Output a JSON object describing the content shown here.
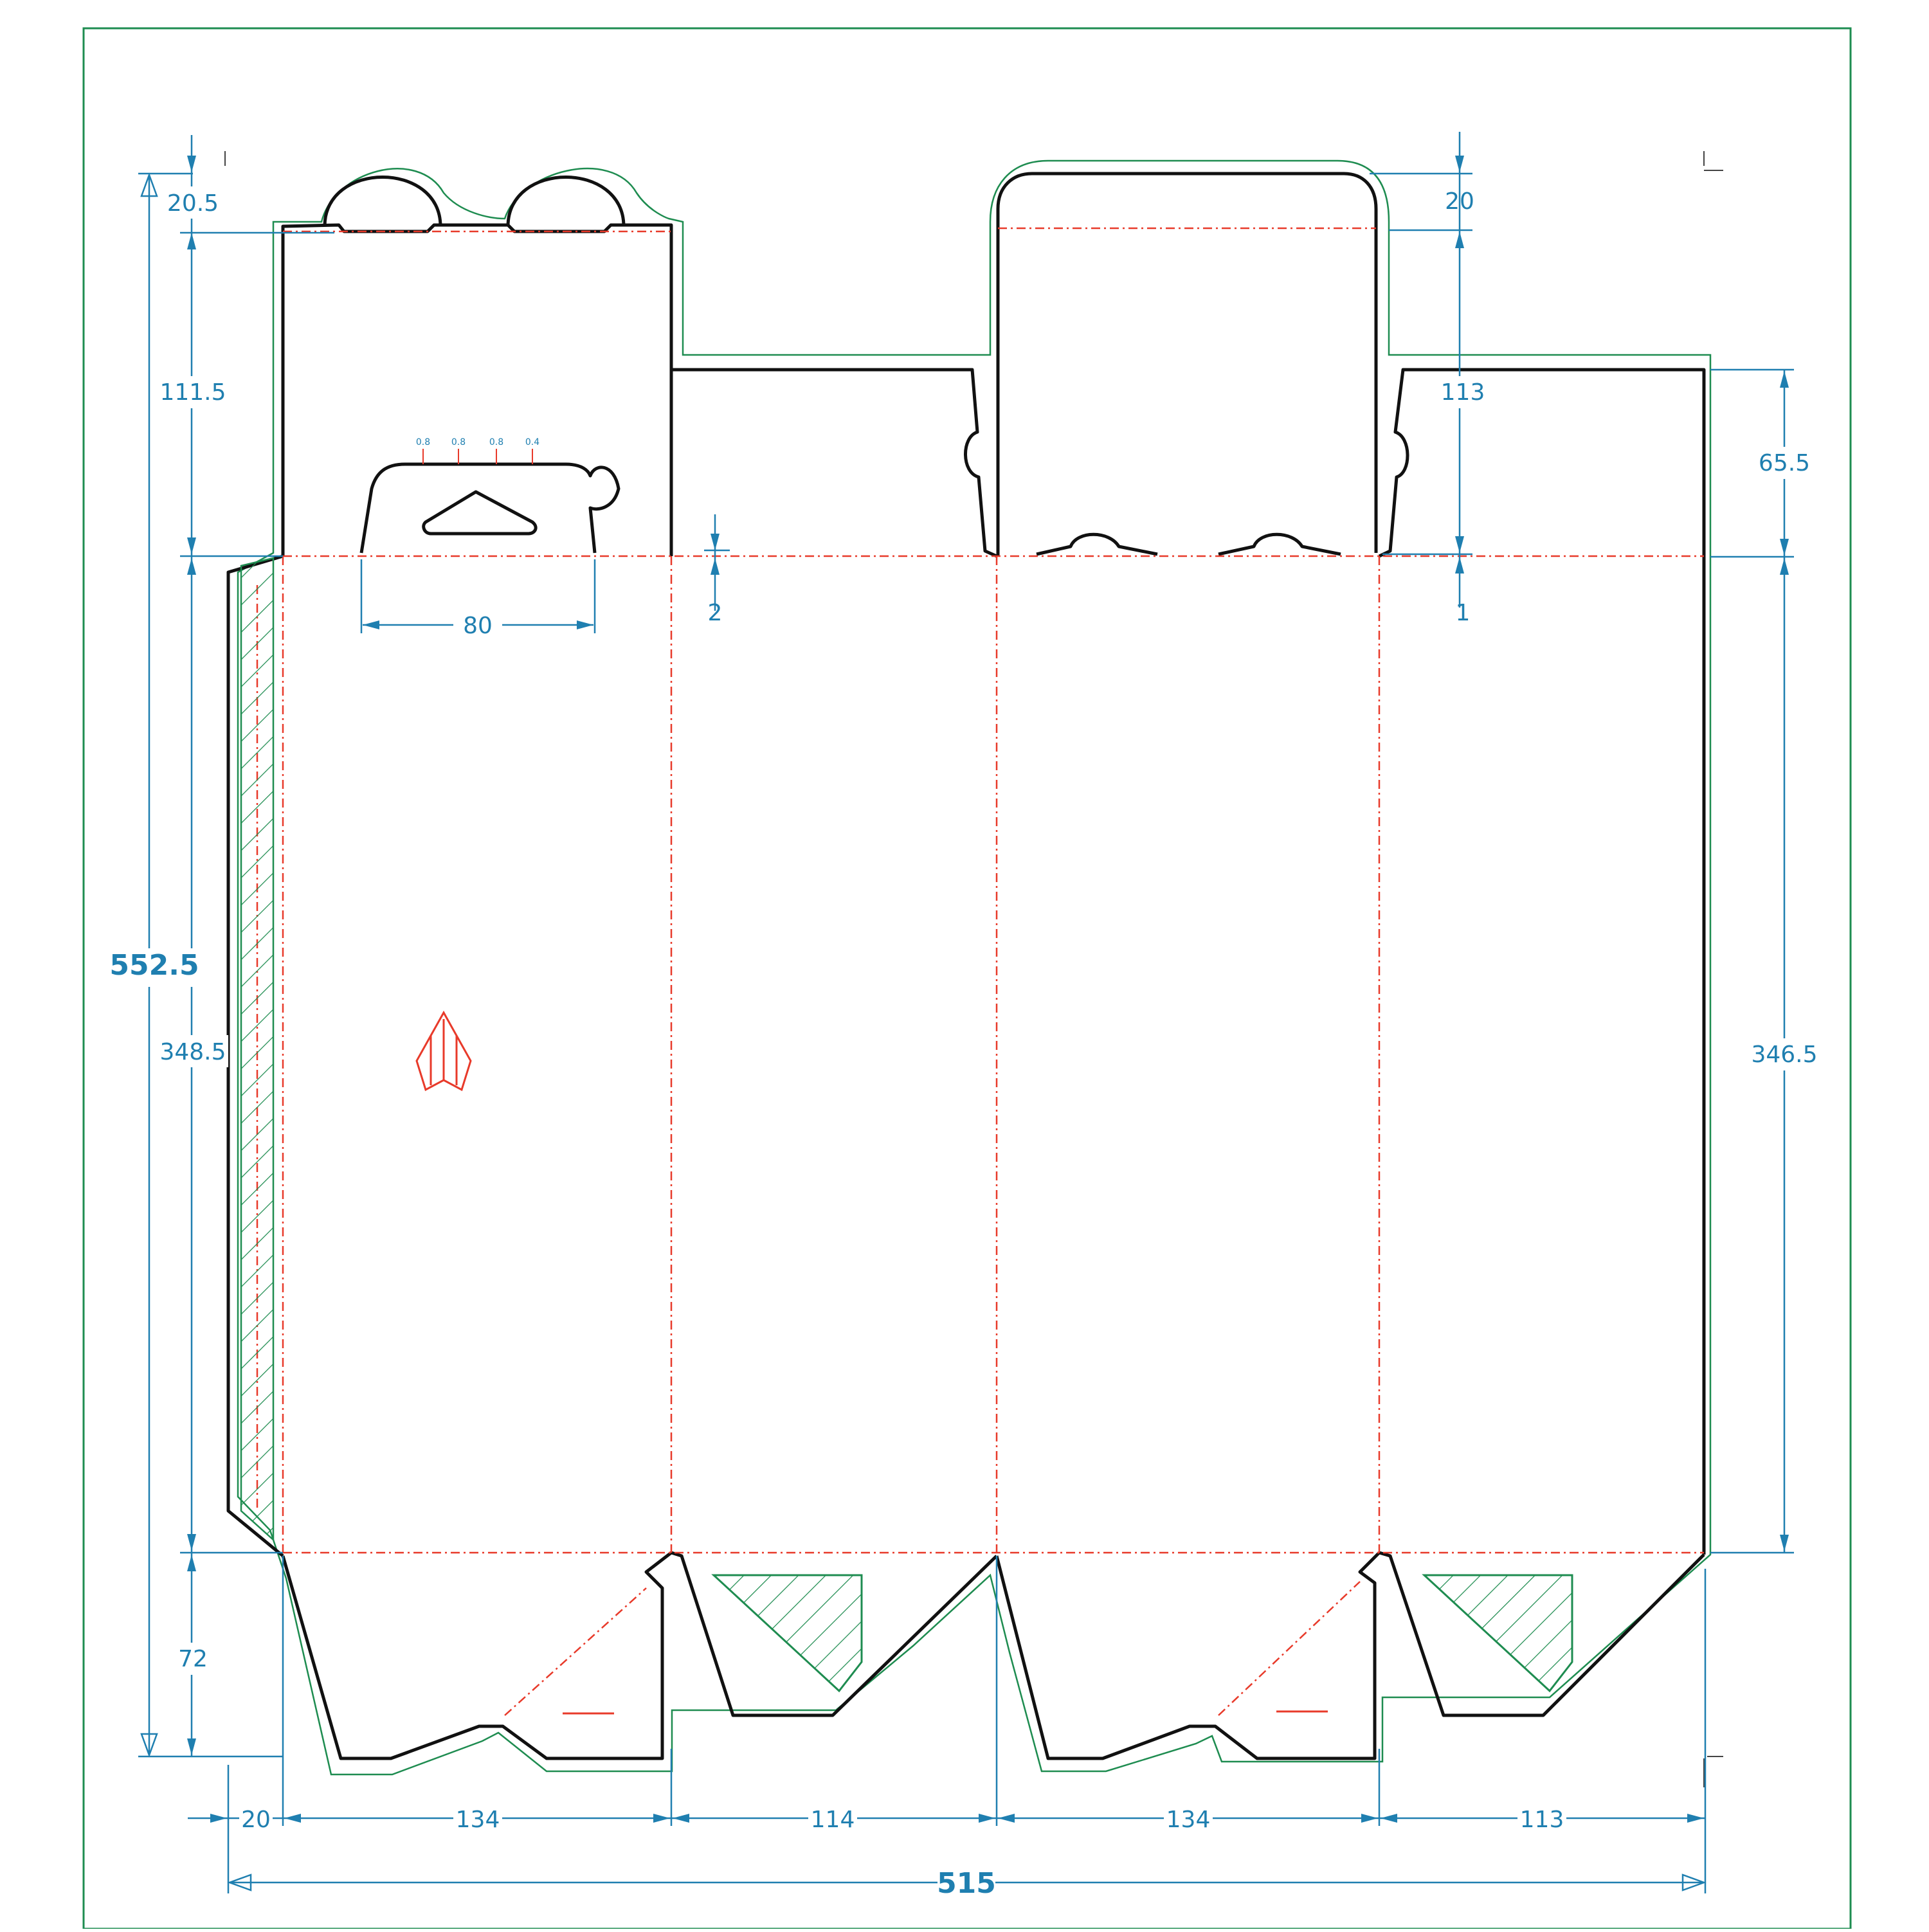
{
  "dimensions": {
    "total_height": "552.5",
    "total_width": "515",
    "top_tab_height": "20.5",
    "upper_panel_height": "111.5",
    "main_panel_height_left": "348.5",
    "bottom_flap_height": "72",
    "glue_flap_width": "20",
    "panel_1_width": "134",
    "panel_2_width": "114",
    "panel_3_width": "134",
    "panel_4_width": "113",
    "hang_hole_width": "80",
    "offset_2": "2",
    "top_tuck_tab": "20",
    "top_flap_height": "113",
    "offset_1": "1",
    "right_dust_flap_height": "65.5",
    "main_panel_height_right": "346.5"
  },
  "hang_tab_notes": [
    "0.8",
    "0.8",
    "0.8",
    "0.4"
  ],
  "colors": {
    "cut_line": "#111111",
    "fold_line": "#e83a2a",
    "bleed_line": "#1e8c50",
    "dimension": "#1f7fb0",
    "frame": "#1e8c50"
  }
}
